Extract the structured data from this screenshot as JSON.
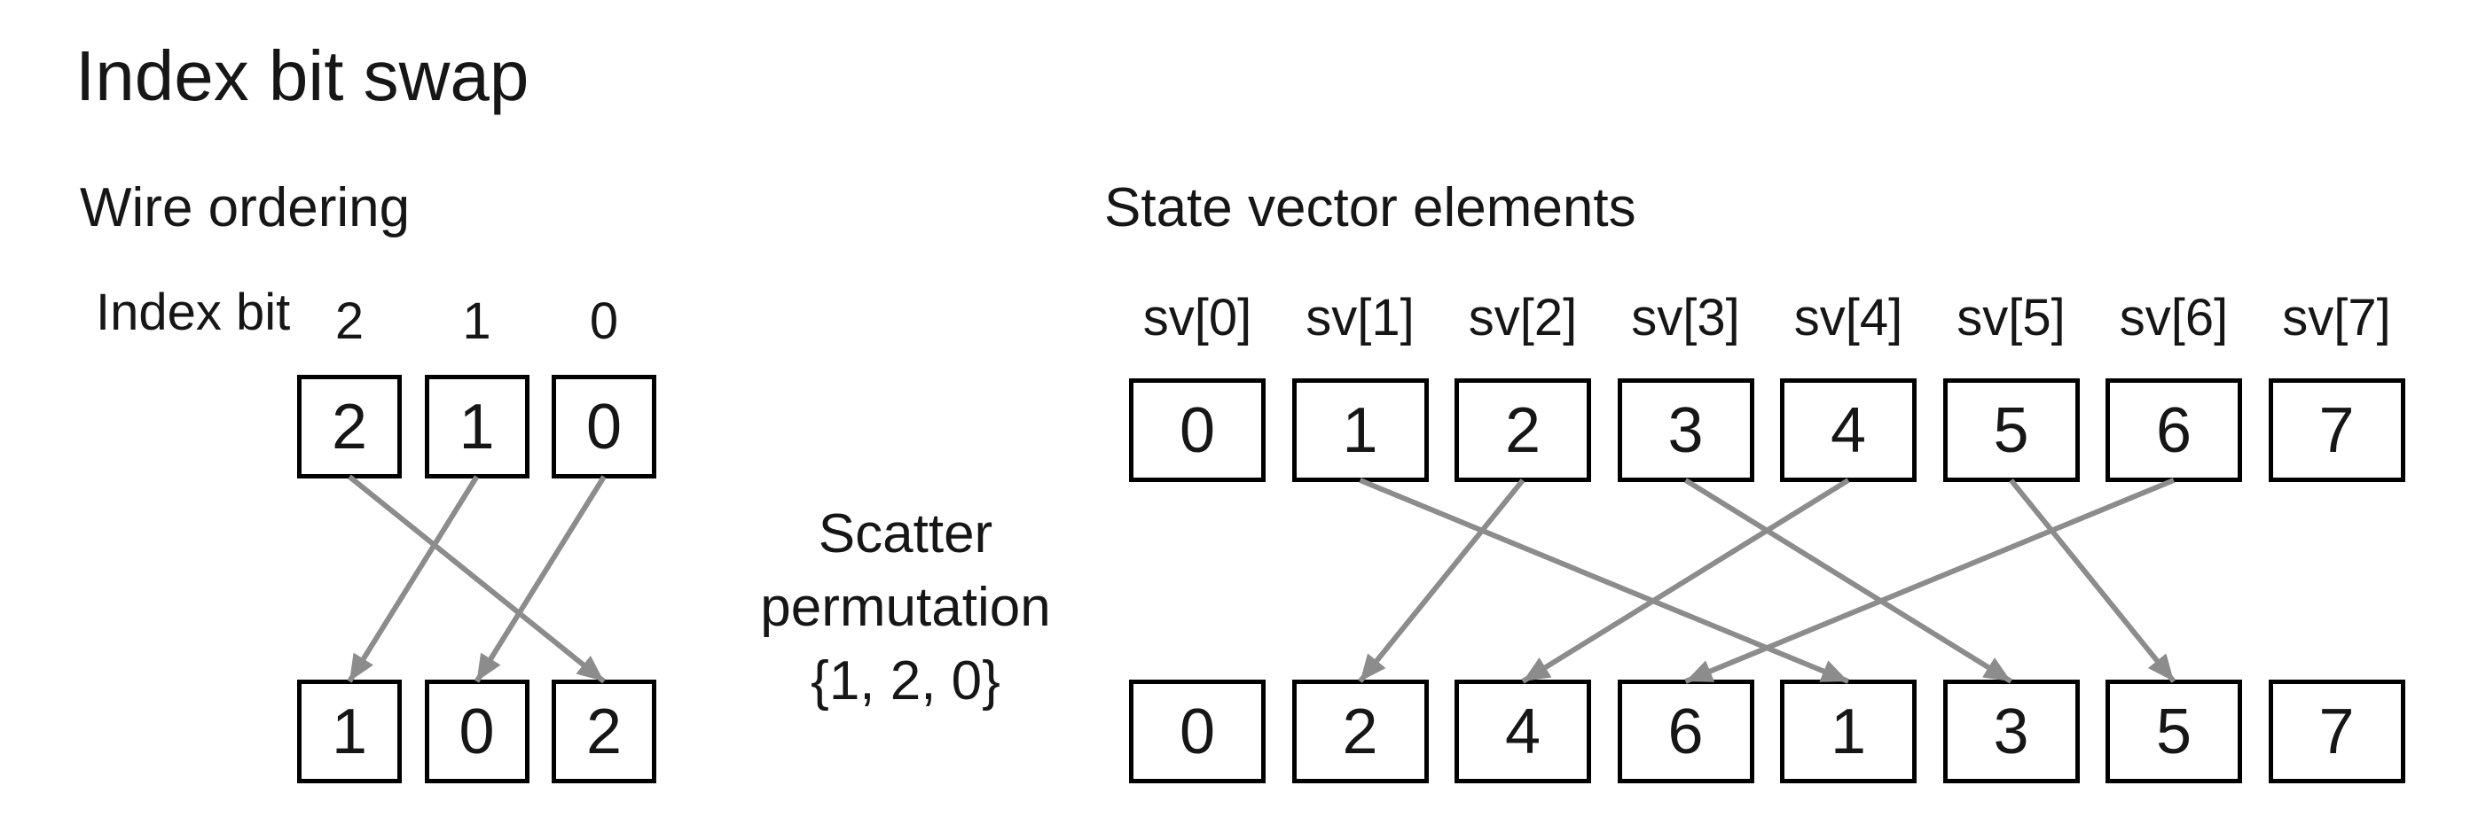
{
  "title": "Index bit swap",
  "left": {
    "heading": "Wire ordering",
    "index_bit_label": "Index bit",
    "bit_position_labels": [
      "2",
      "1",
      "0"
    ],
    "top_values": [
      "2",
      "1",
      "0"
    ],
    "bottom_values": [
      "1",
      "0",
      "2"
    ],
    "arrows": [
      {
        "from": 0,
        "to": 2
      },
      {
        "from": 1,
        "to": 0
      },
      {
        "from": 2,
        "to": 1
      }
    ]
  },
  "middle": {
    "lines": [
      "Scatter",
      "permutation",
      "{1, 2, 0}"
    ]
  },
  "right": {
    "heading": "State vector elements",
    "sv_labels": [
      "sv[0]",
      "sv[1]",
      "sv[2]",
      "sv[3]",
      "sv[4]",
      "sv[5]",
      "sv[6]",
      "sv[7]"
    ],
    "top_values": [
      "0",
      "1",
      "2",
      "3",
      "4",
      "5",
      "6",
      "7"
    ],
    "bottom_values": [
      "0",
      "2",
      "4",
      "6",
      "1",
      "3",
      "5",
      "7"
    ],
    "arrows": [
      {
        "from": 1,
        "to": 4
      },
      {
        "from": 2,
        "to": 1
      },
      {
        "from": 3,
        "to": 5
      },
      {
        "from": 4,
        "to": 2
      },
      {
        "from": 5,
        "to": 6
      },
      {
        "from": 6,
        "to": 3
      }
    ]
  },
  "colors": {
    "text": "#161616",
    "box_border": "#000000",
    "arrow": "#8c8c8c",
    "background": "#ffffff"
  }
}
